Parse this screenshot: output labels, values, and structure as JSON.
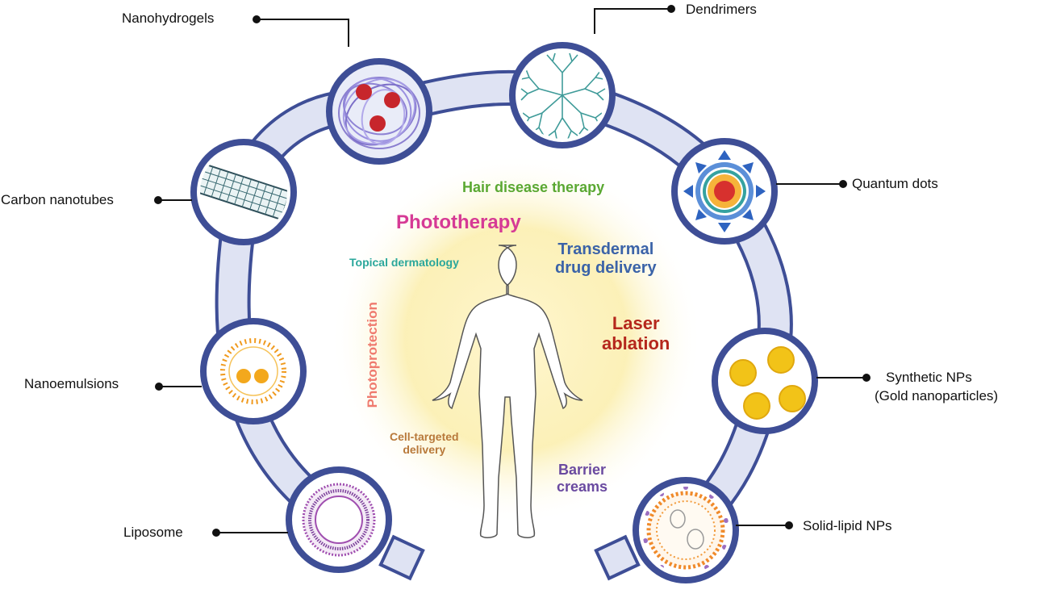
{
  "nanocarriers": [
    {
      "id": "nanohydrogels",
      "label": "Nanohydrogels",
      "icon": "nanohydrogel-icon"
    },
    {
      "id": "dendrimers",
      "label": "Dendrimers",
      "icon": "dendrimer-icon"
    },
    {
      "id": "quantum-dots",
      "label": "Quantum dots",
      "icon": "quantum-dot-icon"
    },
    {
      "id": "synthetic-nps",
      "label": "Synthetic NPs",
      "sublabel": "(Gold nanoparticles)",
      "icon": "gold-nanoparticles-icon"
    },
    {
      "id": "solid-lipid-nps",
      "label": "Solid-lipid NPs",
      "icon": "solid-lipid-nanoparticle-icon"
    },
    {
      "id": "liposome",
      "label": "Liposome",
      "icon": "liposome-icon"
    },
    {
      "id": "nanoemulsions",
      "label": "Nanoemulsions",
      "icon": "nanoemulsion-icon"
    },
    {
      "id": "carbon-nanotubes",
      "label": "Carbon nanotubes",
      "icon": "carbon-nanotube-icon"
    }
  ],
  "applications": {
    "hair": {
      "text": "Hair disease therapy",
      "color": "#5aa832"
    },
    "phototherapy": {
      "text": "Phototherapy",
      "color": "#d63a95"
    },
    "transdermal": {
      "line1": "Transdermal",
      "line2": "drug delivery",
      "color": "#3b63a8"
    },
    "topical": {
      "text": "Topical dermatology",
      "color": "#2aa79b"
    },
    "photoprotection": {
      "text": "Photoprotection",
      "color": "#ef7a6e"
    },
    "laser": {
      "line1": "Laser",
      "line2": "ablation",
      "color": "#b5271c"
    },
    "cell": {
      "line1": "Cell-targeted",
      "line2": "delivery",
      "color": "#b8793a"
    },
    "barrier": {
      "line1": "Barrier",
      "line2": "creams",
      "color": "#6a4aa0"
    }
  },
  "colors": {
    "ring_fill": "#dfe3f3",
    "ring_border": "#3e4e96",
    "glow": "#fbefb0"
  },
  "center_icon": "human-silhouette-icon"
}
